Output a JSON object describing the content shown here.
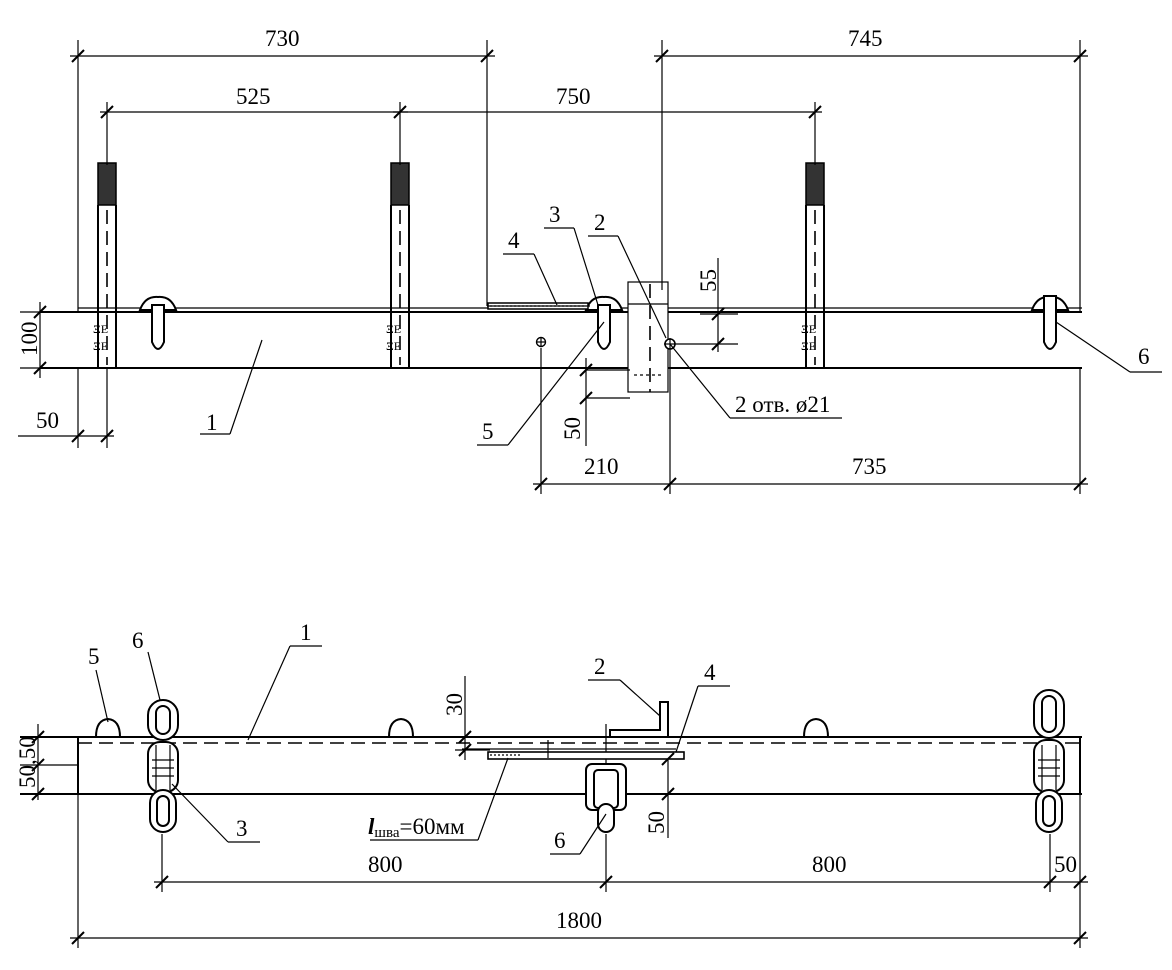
{
  "top_view": {
    "dims": {
      "d730": "730",
      "d745": "745",
      "d525": "525",
      "d750": "750",
      "d55": "55",
      "d100": "100",
      "d50_left": "50",
      "d50_bottom": "50",
      "d210": "210",
      "d735": "735"
    },
    "callouts": {
      "c1": "1",
      "c2": "2",
      "c3": "3",
      "c4": "4",
      "c5": "5",
      "c6": "6"
    },
    "hole_note": "2 отв. ø21"
  },
  "bottom_view": {
    "dims": {
      "d30": "30",
      "d50_50": "50,50",
      "d50_right": "50",
      "d800_a": "800",
      "d800_b": "800",
      "d50_end": "50",
      "d1800": "1800"
    },
    "callouts": {
      "c1": "1",
      "c2": "2",
      "c3": "3",
      "c4": "4",
      "c5": "5",
      "c6a": "6",
      "c6b": "6"
    },
    "weld_note_l": "l",
    "weld_note_sub": "шва",
    "weld_note_rest": "=60мм"
  }
}
